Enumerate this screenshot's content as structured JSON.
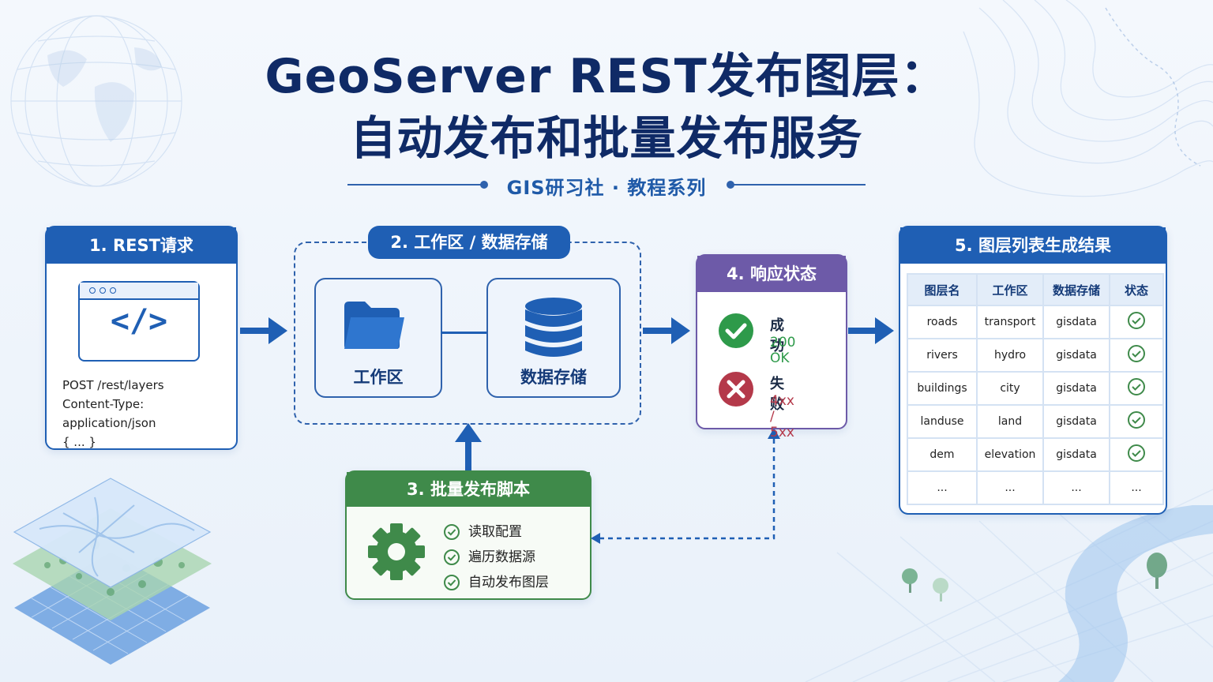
{
  "title": {
    "line1": "GeoServer REST发布图层：",
    "line2": "自动发布和批量发布服务"
  },
  "subtitle": "GIS研习社 · 教程系列",
  "colors": {
    "primary_blue": "#1f5fb4",
    "green": "#3f8a4a",
    "purple": "#6d5aa8",
    "success_green": "#2e9a4a",
    "error_red": "#b4394a"
  },
  "step1": {
    "title": "1. REST请求",
    "icon": "code-window-icon",
    "code_symbol": "</>",
    "request_lines": [
      "POST /rest/layers",
      "Content-Type: application/json",
      "{ ... }"
    ]
  },
  "step2": {
    "title": "2. 工作区 / 数据存储",
    "workspace": {
      "label": "工作区",
      "icon": "folder-icon"
    },
    "datastore": {
      "label": "数据存储",
      "icon": "database-icon"
    }
  },
  "step3": {
    "title": "3. 批量发布脚本",
    "icon": "gear-icon",
    "items": [
      "读取配置",
      "遍历数据源",
      "自动发布图层"
    ]
  },
  "step4": {
    "title": "4. 响应状态",
    "success": {
      "label": "成功",
      "value": "200 OK",
      "icon": "check-circle-icon"
    },
    "failure": {
      "label": "失败",
      "value": "4xx / 5xx",
      "icon": "x-circle-icon"
    }
  },
  "step5": {
    "title": "5. 图层列表生成结果",
    "headers": [
      "图层名",
      "工作区",
      "数据存储",
      "状态"
    ],
    "rows": [
      [
        "roads",
        "transport",
        "gisdata",
        "check"
      ],
      [
        "rivers",
        "hydro",
        "gisdata",
        "check"
      ],
      [
        "buildings",
        "city",
        "gisdata",
        "check"
      ],
      [
        "landuse",
        "land",
        "gisdata",
        "check"
      ],
      [
        "dem",
        "elevation",
        "gisdata",
        "check"
      ],
      [
        "...",
        "...",
        "...",
        "..."
      ]
    ]
  }
}
